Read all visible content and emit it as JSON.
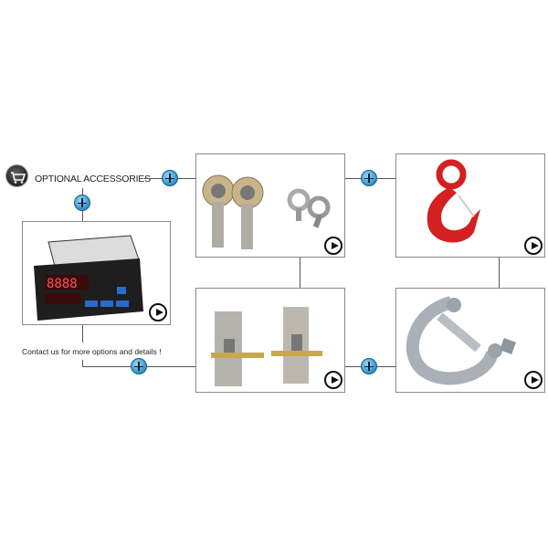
{
  "header": {
    "title": "OPTIONAL ACCESSORIES",
    "icon": "cart-icon"
  },
  "contact_text": "Contact us for more options and details !",
  "products": [
    {
      "name": "digital-display-meter",
      "play_icon": "play-icon"
    },
    {
      "name": "rod-end-bearings-and-eye-bolts",
      "play_icon": "play-icon"
    },
    {
      "name": "red-lifting-hook",
      "play_icon": "play-icon"
    },
    {
      "name": "clevis-joints",
      "play_icon": "play-icon"
    },
    {
      "name": "bow-shackle",
      "play_icon": "play-icon"
    }
  ],
  "colors": {
    "plus_button": "#2d8fc8",
    "hook": "#d42020",
    "border": "#8a8a8a"
  }
}
